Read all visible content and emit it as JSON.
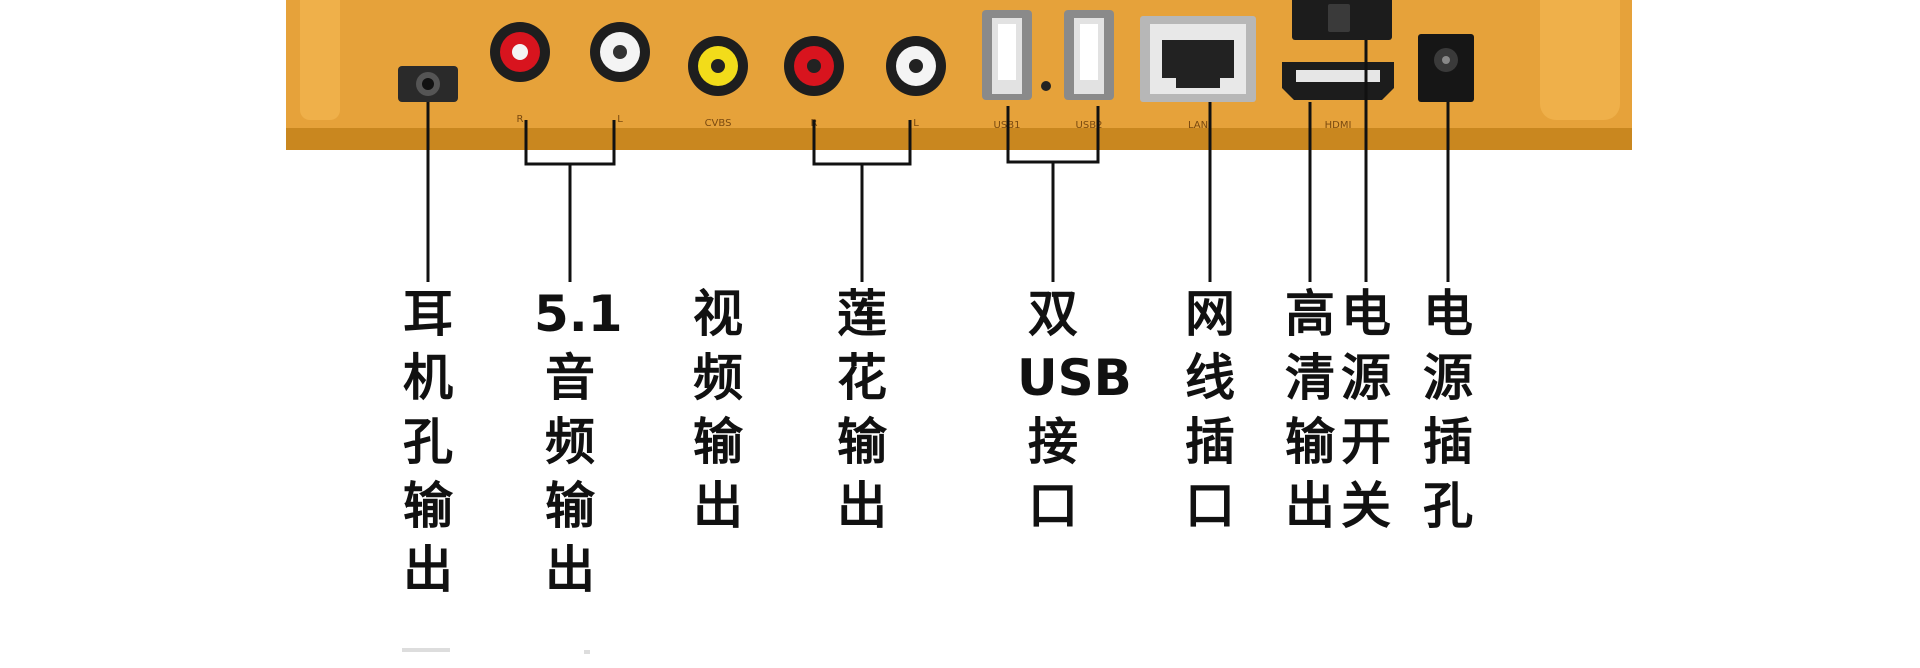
{
  "device": {
    "body_color": "#e6a23a",
    "body_shadow": "#b57412",
    "port_silk_labels": {
      "rca_audio_1": "R",
      "rca_audio_2": "L",
      "video": "CVBS",
      "rca_lotus_1": "R",
      "rca_lotus_2": "L",
      "usb_1": "USB1",
      "usb_2": "USB2",
      "lan": "LAN",
      "hdmi": "HDMI"
    }
  },
  "callouts": [
    {
      "id": "headphone",
      "label": "耳机孔输出",
      "port": "headphone-jack-icon"
    },
    {
      "id": "audio51",
      "label": "5.1音频输出",
      "port": "rca-red-white-audio"
    },
    {
      "id": "video",
      "label": "视频输出",
      "port": "rca-yellow-video"
    },
    {
      "id": "lotus",
      "label": "莲花输出",
      "port": "rca-red-white-lotus"
    },
    {
      "id": "usb",
      "label": "双USB接口",
      "port": "usb-port-icon"
    },
    {
      "id": "lan",
      "label": "网线插口",
      "port": "ethernet-port-icon"
    },
    {
      "id": "hdmi",
      "label": "高清输出",
      "port": "hdmi-port-icon"
    },
    {
      "id": "switch",
      "label": "电源开关",
      "port": "power-switch-icon"
    },
    {
      "id": "power",
      "label": "电源插孔",
      "port": "dc-power-jack-icon"
    }
  ],
  "colors": {
    "rca_red": "#d8141e",
    "rca_white": "#f4f4f4",
    "rca_yellow": "#f2dc1a",
    "leader_line": "#111111"
  }
}
